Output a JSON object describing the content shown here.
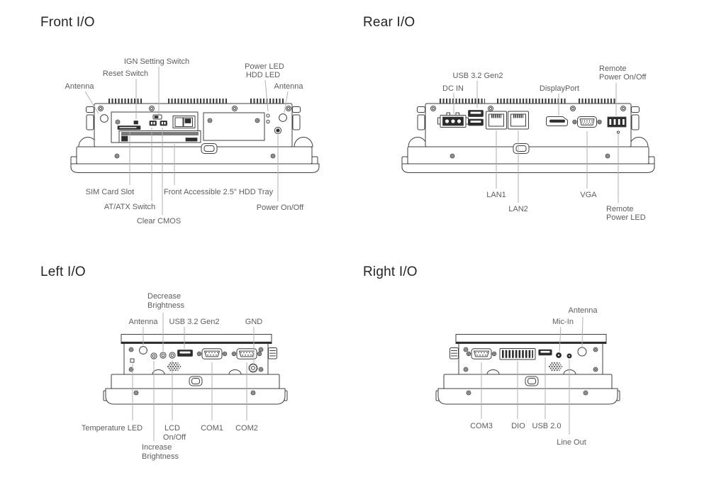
{
  "panels": {
    "front": {
      "title": "Front I/O",
      "labels": {
        "ign": "IGN Setting Switch",
        "reset": "Reset Switch",
        "antenna_left": "Antenna",
        "power_led": "Power LED",
        "hdd_led": "HDD LED",
        "antenna_right": "Antenna",
        "sim": "SIM Card Slot",
        "at_atx": "AT/ATX Switch",
        "clear_cmos": "Clear CMOS",
        "hdd_tray": "Front Accessible 2.5\" HDD Tray",
        "power": "Power On/Off"
      }
    },
    "rear": {
      "title": "Rear I/O",
      "labels": {
        "usb": "USB 3.2 Gen2",
        "dc_in": "DC IN",
        "displayport": "DisplayPort",
        "remote_power_1": "Remote",
        "remote_power_2": "Power On/Off",
        "lan1": "LAN1",
        "lan2": "LAN2",
        "vga": "VGA",
        "remote_led_1": "Remote",
        "remote_led_2": "Power LED"
      }
    },
    "left": {
      "title": "Left I/O",
      "labels": {
        "decrease_1": "Decrease",
        "decrease_2": "Brightness",
        "antenna": "Antenna",
        "usb": "USB 3.2 Gen2",
        "gnd": "GND",
        "temperature_led": "Temperature LED",
        "increase_1": "Increase",
        "increase_2": "Brightness",
        "lcd_1": "LCD",
        "lcd_2": "On/Off",
        "com1": "COM1",
        "com2": "COM2"
      }
    },
    "right": {
      "title": "Right I/O",
      "labels": {
        "antenna": "Antenna",
        "mic_in": "Mic-In",
        "com3": "COM3",
        "dio": "DIO",
        "usb": "USB 2.0",
        "line_out": "Line Out"
      }
    }
  }
}
